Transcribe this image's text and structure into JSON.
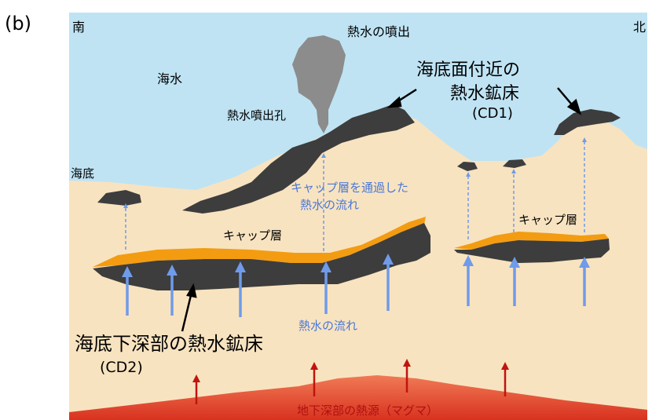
{
  "panel_label": "(b)",
  "directions": {
    "south": "南",
    "north": "北"
  },
  "labels": {
    "seawater": "海水",
    "vent_plume": "熱水の噴出",
    "vent_hole": "熱水噴出孔",
    "seafloor": "海底",
    "cd1_title_line1": "海底面付近の",
    "cd1_title_line2": "熱水鉱床",
    "cd1_code": "(CD1)",
    "cap_flow_line1": "キャップ層を通過した",
    "cap_flow_line2": "熱水の流れ",
    "cap_layer_left": "キャップ層",
    "cap_layer_right": "キャップ層",
    "hydro_flow": "熱水の流れ",
    "cd2_title": "海底下深部の熱水鉱床",
    "cd2_code": "(CD2)",
    "heat_source": "地下深部の熱源（マグマ）"
  },
  "colors": {
    "sea": "#bfe3f3",
    "sediment": "#f8e3c0",
    "ore": "#3d3d3d",
    "cap_layer": "#f39c12",
    "magma": "#e55034",
    "plume": "#8c8c8c",
    "flow_arrow": "#6f9bea",
    "heat_arrow": "#c0140f",
    "accent_text": "#4a78d6",
    "magma_text": "#b01010"
  }
}
